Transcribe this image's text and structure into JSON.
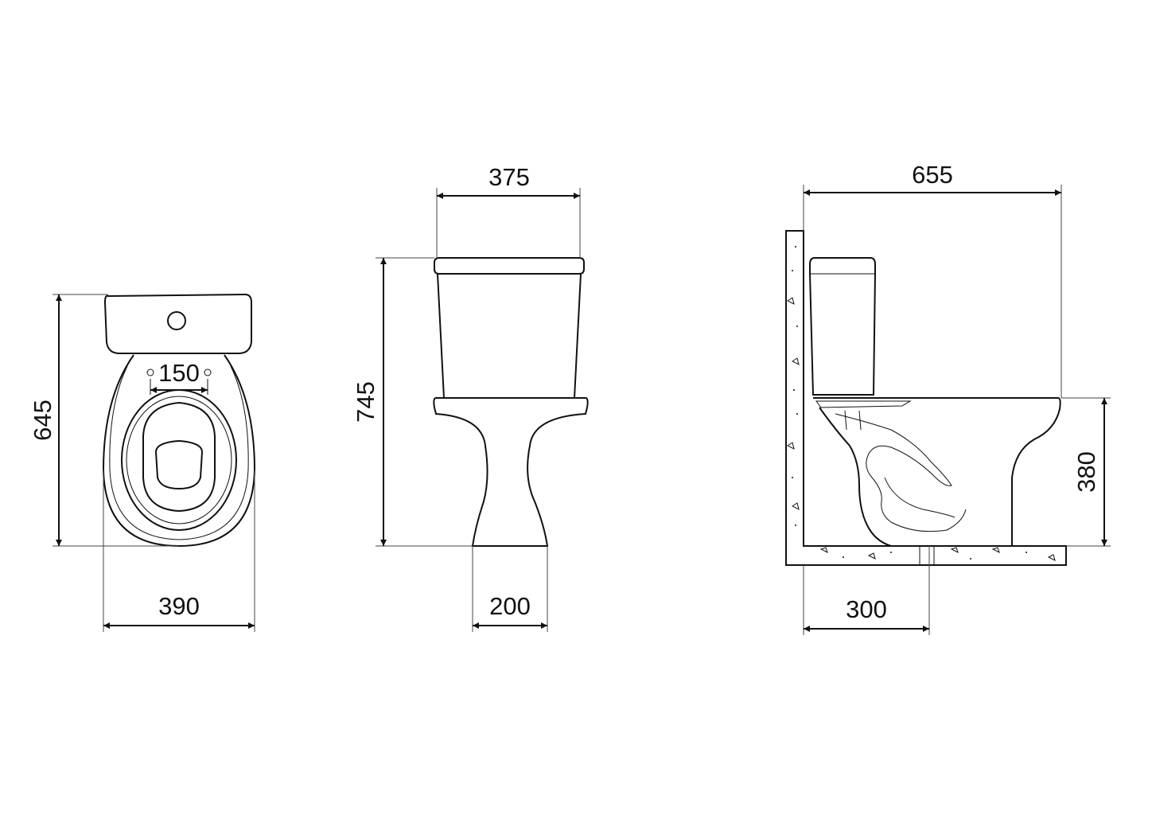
{
  "colors": {
    "line": "#111111",
    "background": "#ffffff"
  },
  "views": {
    "top": {
      "dimensions": {
        "length": "645",
        "width": "390",
        "fixing_holes": "150"
      }
    },
    "front": {
      "dimensions": {
        "width": "375",
        "height": "745",
        "base_width": "200"
      }
    },
    "side": {
      "dimensions": {
        "depth": "655",
        "seat_height": "380",
        "outlet_distance": "300"
      }
    }
  }
}
